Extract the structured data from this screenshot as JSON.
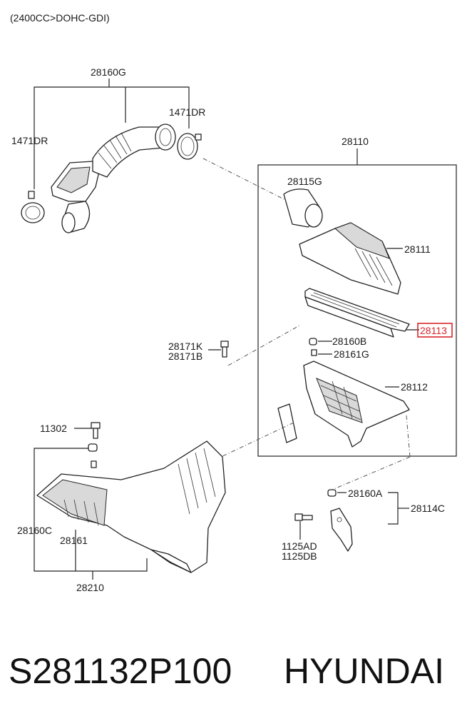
{
  "header": {
    "engine_note": "(2400CC>DOHC-GDI)"
  },
  "labels": {
    "l28160G": "28160G",
    "l1471DR_top": "1471DR",
    "l1471DR_left": "1471DR",
    "l28110": "28110",
    "l28115G": "28115G",
    "l28111": "28111",
    "l28113": "28113",
    "l28160B": "28160B",
    "l28161G": "28161G",
    "l28171K": "28171K",
    "l28171B": "28171B",
    "l28112": "28112",
    "l11302": "11302",
    "l28160A": "28160A",
    "l28114C": "28114C",
    "l28160C": "28160C",
    "l28161": "28161",
    "l1125AD": "1125AD",
    "l1125DB": "1125DB",
    "l28210": "28210"
  },
  "highlight_color": "#d9262b",
  "footer": {
    "part_number": "S281132P100",
    "brand": "HYUNDAI"
  }
}
